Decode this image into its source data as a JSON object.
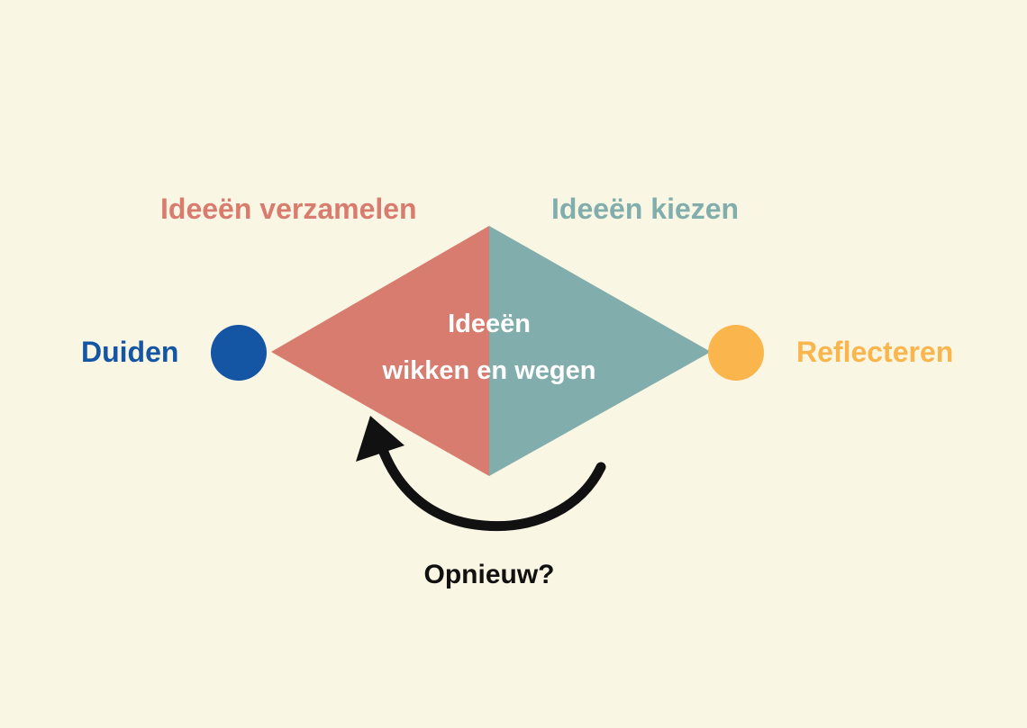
{
  "diagram": {
    "title": "Double-diamond style ideation cycle diagram",
    "labels": {
      "top_left": "Ideeën verzamelen",
      "top_right": "Ideeën kiezen",
      "left": "Duiden",
      "right": "Reflecteren",
      "center_line1": "Ideeën",
      "center_line2": "wikken en wegen",
      "bottom": "Opnieuw?"
    },
    "colors": {
      "background": "#FAF6E4",
      "coral": "#D87C6F",
      "teal": "#81AEAD",
      "blue": "#1455A4",
      "orange": "#FBB54D",
      "arrow": "#111111",
      "center_text": "#FFFFFF"
    }
  }
}
